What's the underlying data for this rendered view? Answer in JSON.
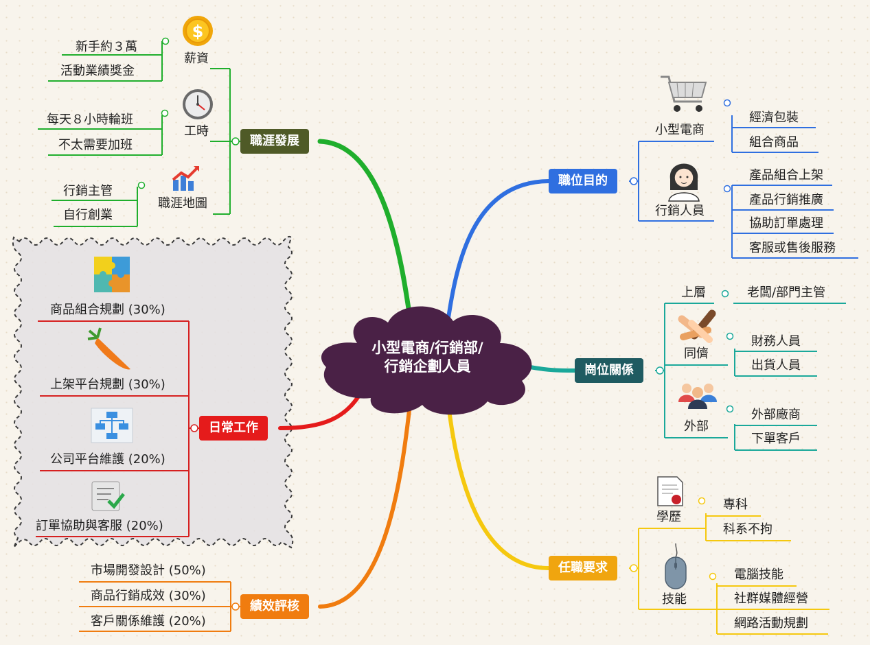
{
  "colors": {
    "central": "#4a2146",
    "career": "#4f5a27",
    "goal": "#2f6fe0",
    "daily": "#e51b1b",
    "relation": "#1f5b61",
    "review": "#f07c0f",
    "require": "#f0a50f"
  },
  "central": {
    "line1": "小型電商/行銷部/",
    "line2": "行銷企劃人員"
  },
  "career": {
    "label": "職涯發展",
    "salary": {
      "label": "薪資",
      "items": [
        "新手約３萬",
        "活動業績獎金"
      ]
    },
    "hours": {
      "label": "工時",
      "items": [
        "每天８小時輪班",
        "不太需要加班"
      ]
    },
    "map": {
      "label": "職涯地圖",
      "items": [
        "行銷主管",
        "自行創業"
      ]
    }
  },
  "daily": {
    "label": "日常工作",
    "items": [
      "商品組合規劃 (30%)",
      "上架平台規劃 (30%)",
      "公司平台維護 (20%)",
      "訂單協助與客服 (20%)"
    ]
  },
  "review": {
    "label": "績效評核",
    "items": [
      "市場開發設計 (50%)",
      "商品行銷成效 (30%)",
      "客戶關係維護 (20%)"
    ]
  },
  "goal": {
    "label": "職位目的",
    "ecommerce": {
      "label": "小型電商",
      "items": [
        "經濟包裝",
        "組合商品"
      ]
    },
    "marketer": {
      "label": "行銷人員",
      "items": [
        "產品組合上架",
        "產品行銷推廣",
        "協助訂單處理",
        "客服或售後服務"
      ]
    }
  },
  "relation": {
    "label": "崗位關係",
    "upper": {
      "label": "上層",
      "items": [
        "老闆/部門主管"
      ]
    },
    "peer": {
      "label": "同儕",
      "items": [
        "財務人員",
        "出貨人員"
      ]
    },
    "external": {
      "label": "外部",
      "items": [
        "外部廠商",
        "下單客戶"
      ]
    }
  },
  "require": {
    "label": "任職要求",
    "education": {
      "label": "學歷",
      "items": [
        "專科",
        "科系不拘"
      ]
    },
    "skill": {
      "label": "技能",
      "items": [
        "電腦技能",
        "社群媒體經營",
        "網路活動規劃"
      ]
    }
  },
  "icons": [
    "dollar-coin-icon",
    "clock-icon",
    "growth-chart-icon",
    "puzzle-icon",
    "carrot-icon",
    "flowchart-icon",
    "checklist-icon",
    "shopping-cart-icon",
    "woman-avatar-icon",
    "handshake-icon",
    "people-icon",
    "certificate-icon",
    "mouse-icon"
  ]
}
